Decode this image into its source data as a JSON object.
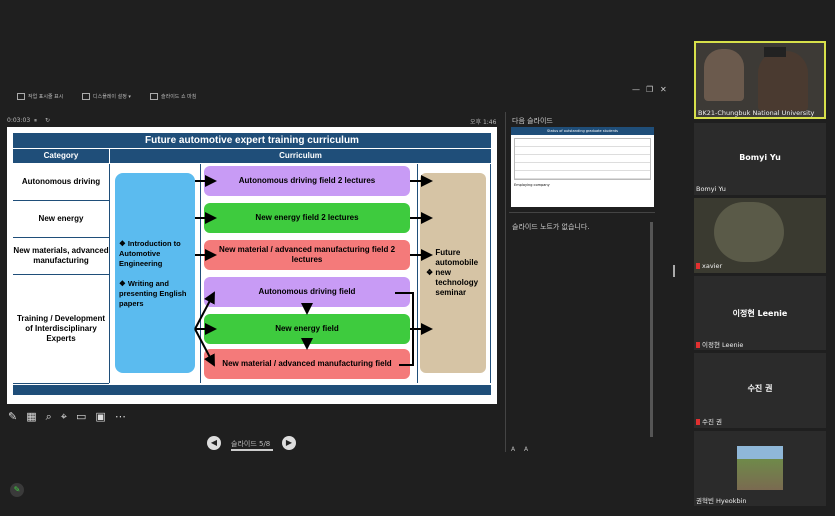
{
  "toolbar": {
    "btn1": "작업 표시줄 표시",
    "btn2": "디스플레이 설정 ▾",
    "btn3": "슬라이드 쇼 마침"
  },
  "presenter": {
    "elapsed": "0:03:03",
    "clock": "오후 1:46",
    "next_slide_label": "다음 슬라이드",
    "notes_text": "슬라이드 노트가 없습니다.",
    "slide_counter": "슬라이드 5/8",
    "font_up": "A",
    "font_down": "A"
  },
  "slide": {
    "title": "Future automotive expert training curriculum",
    "col_category": "Category",
    "col_curriculum": "Curriculum",
    "categories": [
      "Autonomous driving",
      "New energy",
      "New materials, advanced manufacturing",
      "Training / Development of Interdisciplinary Experts"
    ],
    "intro_items": [
      "Introduction to Automotive Engineering",
      "Writing and presenting English papers"
    ],
    "fields": [
      "Autonomous driving field 2 lectures",
      "New energy field 2 lectures",
      "New material / advanced manufacturing field 2 lectures"
    ],
    "fields2": [
      "Autonomous driving field",
      "New energy field",
      "New material / advanced manufacturing field"
    ],
    "seminar": "Future automobile new technology seminar",
    "bullet": "❖"
  },
  "next_slide": {
    "title": "Status of outstanding graduate students",
    "text": "Employing company"
  },
  "participants": [
    {
      "name": "BK21-Chungbuk National University"
    },
    {
      "name": "Bomyi Yu",
      "big": "Bomyi Yu"
    },
    {
      "name": "xavier"
    },
    {
      "name": "이정현 Leenie",
      "big": "이정현 Leenie"
    },
    {
      "name": "수진 권",
      "big": "수진 권"
    },
    {
      "name": "권혁빈 Hyeokbin"
    }
  ],
  "colors": {
    "slide_header": "#1f4e79",
    "purple": "#c89bf5",
    "green": "#3ecb3e",
    "red": "#f47a7a",
    "blue": "#5bbbef",
    "beige": "#d6c4a5"
  }
}
